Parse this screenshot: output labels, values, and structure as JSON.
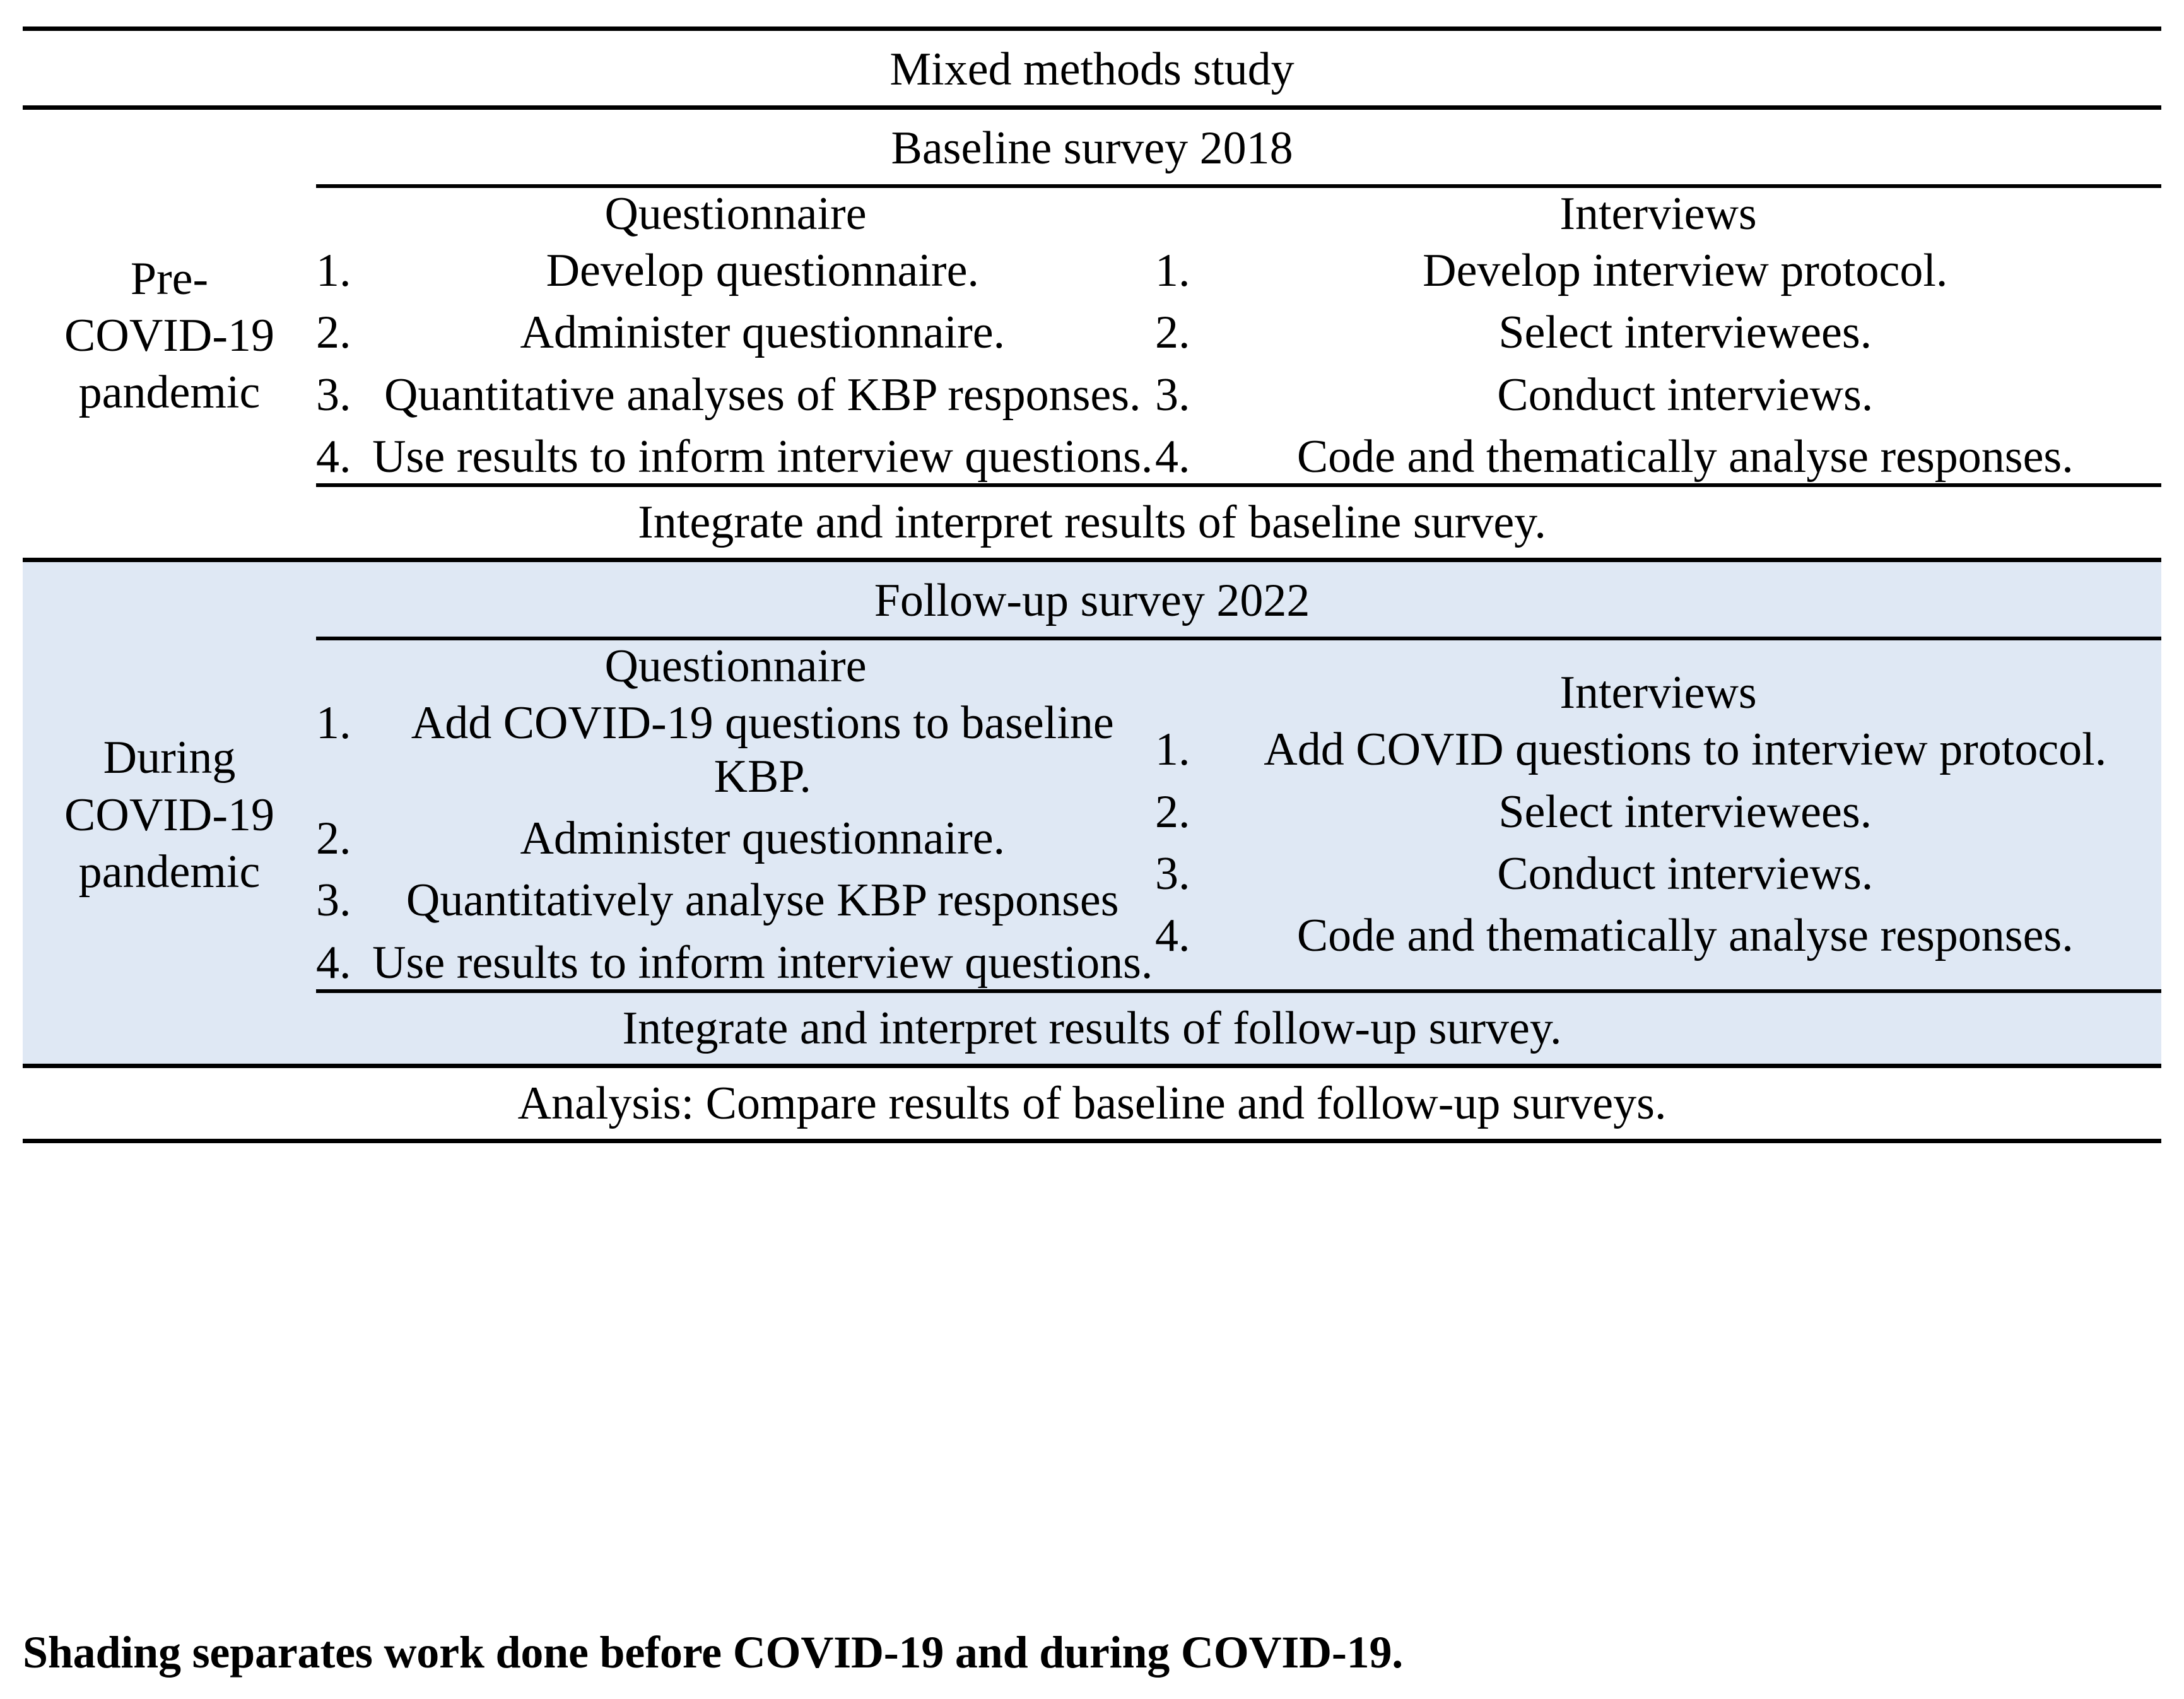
{
  "figure": {
    "title": "Mixed methods study",
    "caption": "Shading separates work done before COVID-19 and during COVID-19.",
    "shading_color": "#dfe8f4",
    "rule_color": "#000000"
  },
  "sections": [
    {
      "id": "baseline",
      "header": "Baseline survey 2018",
      "shaded": false,
      "period_label": "Pre-COVID-19 pandemic",
      "period_lines": [
        "Pre-",
        "COVID-19",
        "pandemic"
      ],
      "questionnaire": {
        "heading": "Questionnaire",
        "steps": [
          {
            "num": "1.",
            "text": "Develop questionnaire."
          },
          {
            "num": "2.",
            "text": "Administer questionnaire."
          },
          {
            "num": "3.",
            "text": "Quantitative analyses of KBP responses."
          },
          {
            "num": "4.",
            "text": "Use results to inform interview questions."
          }
        ]
      },
      "interviews": {
        "heading": "Interviews",
        "steps": [
          {
            "num": "1.",
            "text": "Develop interview protocol."
          },
          {
            "num": "2.",
            "text": "Select interviewees."
          },
          {
            "num": "3.",
            "text": "Conduct interviews."
          },
          {
            "num": "4.",
            "text": "Code and thematically analyse responses."
          }
        ]
      },
      "integrate": "Integrate and interpret results of baseline survey."
    },
    {
      "id": "followup",
      "header": "Follow-up survey 2022",
      "shaded": true,
      "period_label": "During COVID-19 pandemic",
      "period_lines": [
        "During",
        "COVID-19",
        "pandemic"
      ],
      "questionnaire": {
        "heading": "Questionnaire",
        "steps": [
          {
            "num": "1.",
            "text": "Add COVID-19 questions to baseline KBP."
          },
          {
            "num": "2.",
            "text": "Administer questionnaire."
          },
          {
            "num": "3.",
            "text": "Quantitatively analyse KBP responses"
          },
          {
            "num": "4.",
            "text": "Use results to inform interview questions."
          }
        ]
      },
      "interviews": {
        "heading": "Interviews",
        "steps": [
          {
            "num": "1.",
            "text": "Add COVID questions to interview protocol."
          },
          {
            "num": "2.",
            "text": "Select interviewees."
          },
          {
            "num": "3.",
            "text": "Conduct interviews."
          },
          {
            "num": "4.",
            "text": "Code and thematically analyse responses."
          }
        ]
      },
      "integrate": "Integrate and interpret results of follow-up survey."
    }
  ],
  "final_row": "Analysis: Compare results of baseline and follow-up surveys."
}
